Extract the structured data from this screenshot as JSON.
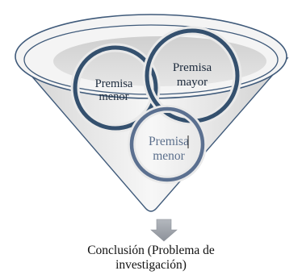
{
  "diagram": {
    "nodes": [
      {
        "id": "premisa-menor-left",
        "lines": [
          "Premisa",
          "menor"
        ]
      },
      {
        "id": "premisa-mayor",
        "lines": [
          "Premisa",
          "mayor"
        ]
      },
      {
        "id": "premisa-menor-bottom",
        "lines": [
          "Premisa",
          "menor"
        ]
      }
    ],
    "conclusion": {
      "line1": "Conclusión (Problema de",
      "line2": "investigación)"
    }
  },
  "colors": {
    "outline": "#3f5a7a",
    "funnel_light": "#f3f3f3",
    "funnel_shade": "#c9c9c9",
    "rim_inner": "#dedede",
    "ring": "#34506e",
    "ring_bottom": "#5b7090",
    "arrow": "#9ea3aa"
  }
}
